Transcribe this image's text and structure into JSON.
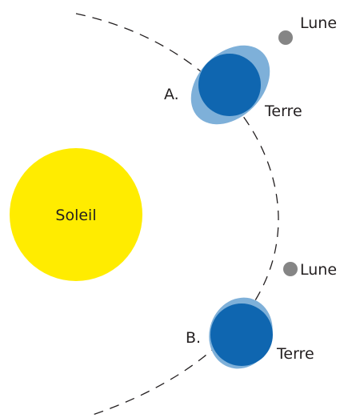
{
  "diagram": {
    "sun_label": "Soleil",
    "position_a": {
      "marker": "A.",
      "earth_label": "Terre",
      "moon_label": "Lune"
    },
    "position_b": {
      "marker": "B.",
      "earth_label": "Terre",
      "moon_label": "Lune"
    }
  },
  "colors": {
    "sun": "#ffec00",
    "earth": "#0f66b0",
    "earth_bulge": "#7eb0d9",
    "moon": "#858585",
    "orbit": "#231f20",
    "text": "#231f20"
  }
}
